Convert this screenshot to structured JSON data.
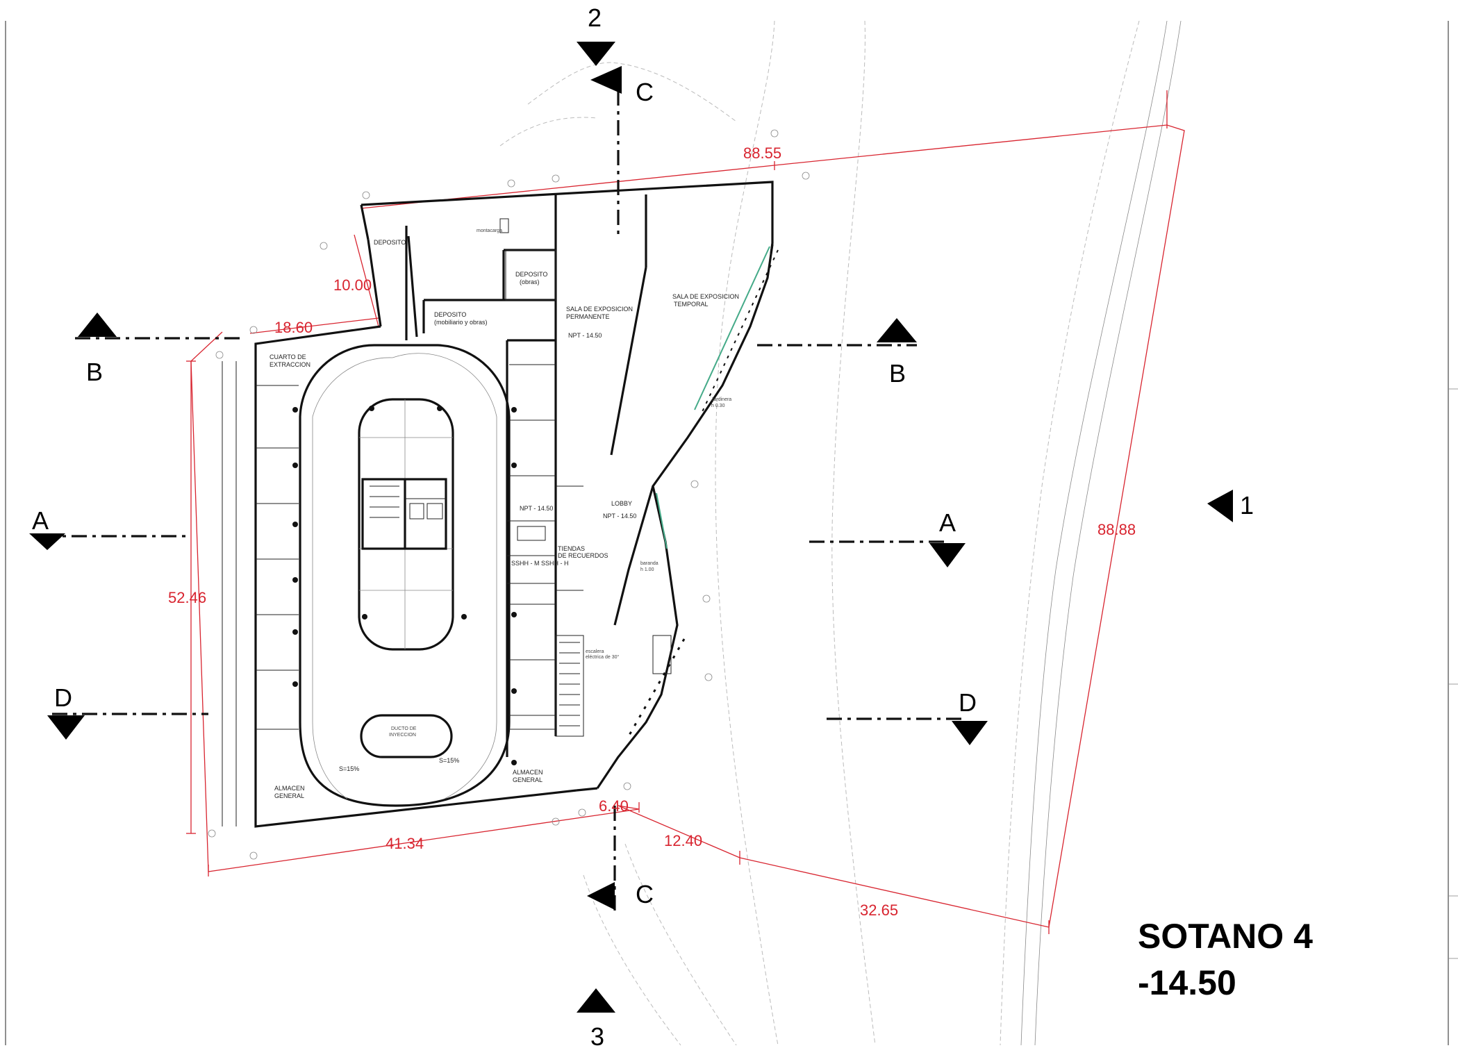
{
  "title": {
    "line1": "SOTANO 4",
    "line2": "-14.50"
  },
  "dimensions": {
    "top": "88.55",
    "right": "88.88",
    "left_height": "52.46",
    "bottom_left": "41.34",
    "left_top": "18.60",
    "left_notch": "10.00",
    "bottom_a": "6.40",
    "bottom_b": "12.40",
    "bottom_c": "32.65"
  },
  "sections": {
    "a": "A",
    "b": "B",
    "c": "C",
    "d": "D",
    "n1": "1",
    "n2": "2",
    "n3": "3"
  },
  "rooms": {
    "deposito_top": "DEPOSITO",
    "deposito_obras": "DEPOSITO",
    "deposito_obras_sub": "(obras)",
    "deposito_mob": "DEPOSITO",
    "deposito_mob_sub": "(mobiliario y obras)",
    "sala_perm_1": "SALA DE EXPOSICION",
    "sala_perm_2": "PERMANENTE",
    "npt_sala": "NPT - 14.50",
    "sala_temp_1": "SALA DE EXPOSICION",
    "sala_temp_2": "TEMPORAL",
    "cuarto_1": "CUARTO DE",
    "cuarto_2": "EXTRACCION",
    "lobby": "LOBBY",
    "npt_lobby": "NPT - 14.50",
    "npt_small": "NPT - 14.50",
    "tiendas_1": "TIENDAS",
    "tiendas_2": "DE RECUERDOS",
    "sshh": "SSHH - M SSHH - H",
    "escalera_1": "escalera",
    "escalera_2": "eléctrica de 30°",
    "baranda_1": "baranda",
    "baranda_2": "h 1.00",
    "jardinera_1": "Jardinera",
    "jardinera_2": "h 0.30",
    "ducto_1": "DUCTO DE",
    "ducto_2": "INYECCION",
    "ramp_l": "S=15%",
    "ramp_r": "S=15%",
    "almacen_l_1": "ALMACEN",
    "almacen_l_2": "GENERAL",
    "almacen_r_1": "ALMACEN",
    "almacen_r_2": "GENERAL",
    "montacarga": "montacarga"
  },
  "colors": {
    "dimension_red": "#d8242f",
    "line": "#111111",
    "background": "#ffffff"
  }
}
